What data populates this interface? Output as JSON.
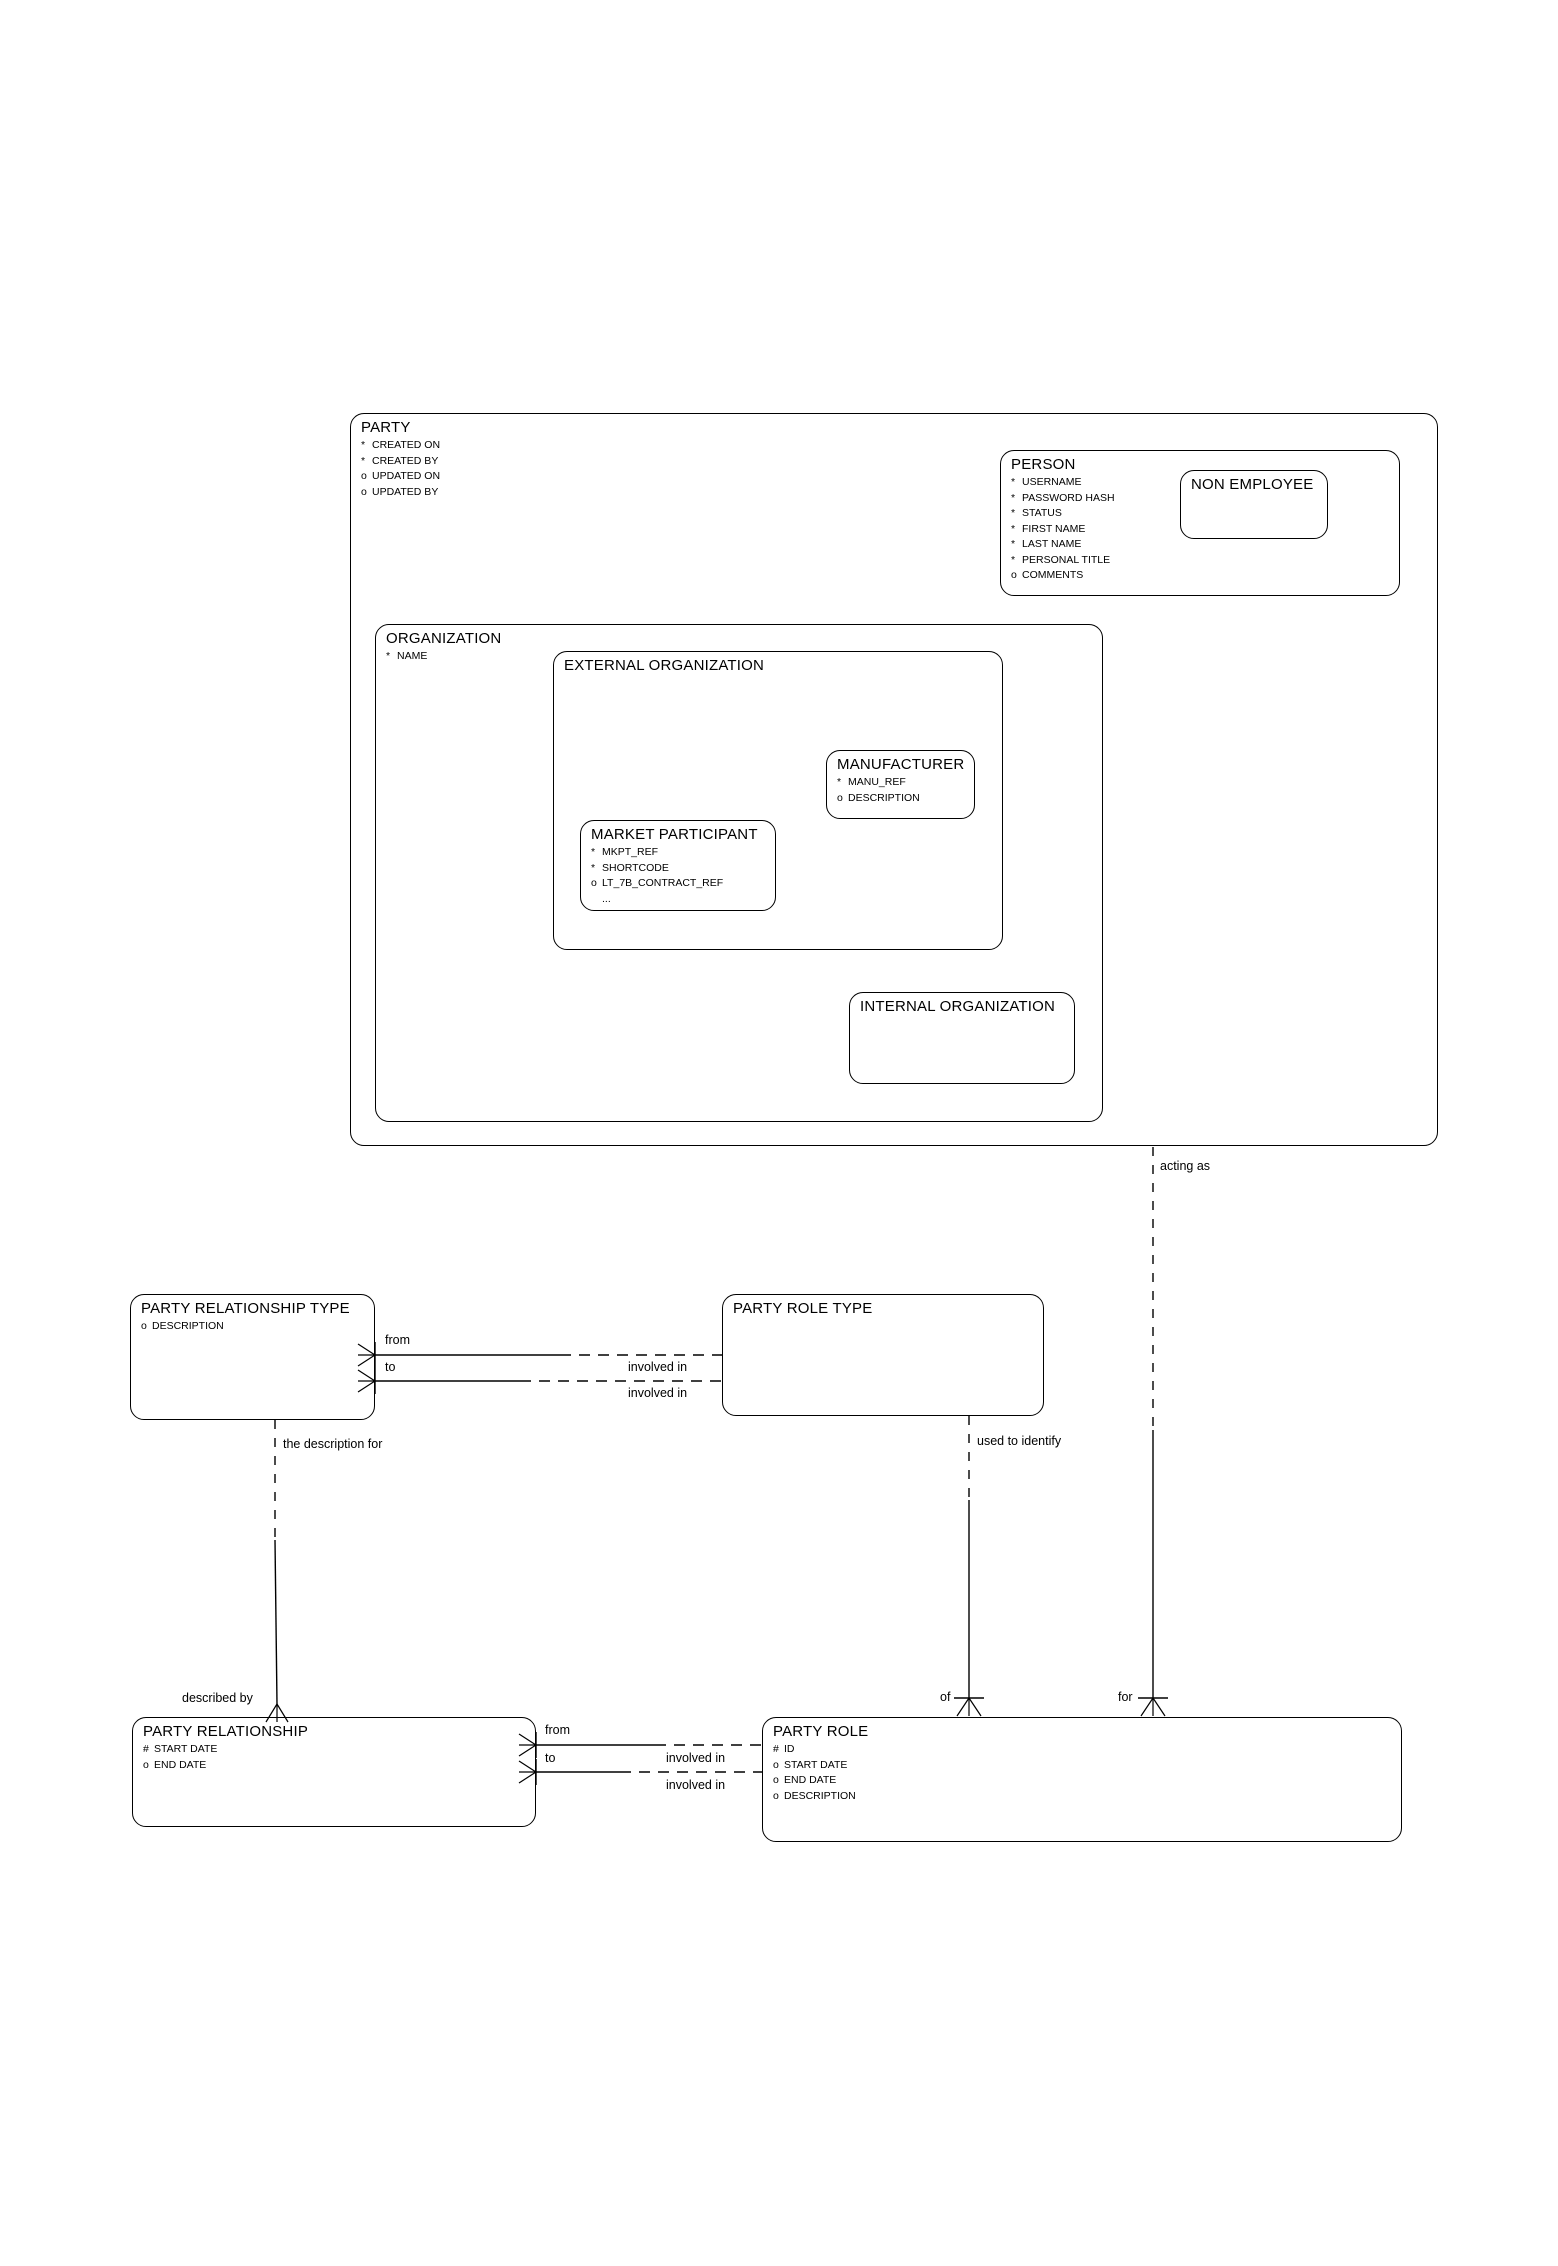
{
  "diagram": {
    "notation": "barker-erd",
    "title": "",
    "stroke_color": "#000000",
    "background_color": "#ffffff"
  },
  "entities": [
    {
      "id": "party",
      "name": "PARTY",
      "attributes": [
        {
          "marker": "*",
          "label": "CREATED ON"
        },
        {
          "marker": "*",
          "label": "CREATED BY"
        },
        {
          "marker": "o",
          "label": "UPDATED ON"
        },
        {
          "marker": "o",
          "label": "UPDATED BY"
        }
      ]
    },
    {
      "id": "person",
      "name": "PERSON",
      "attributes": [
        {
          "marker": "*",
          "label": "USERNAME"
        },
        {
          "marker": "*",
          "label": "PASSWORD HASH"
        },
        {
          "marker": "*",
          "label": "STATUS"
        },
        {
          "marker": "*",
          "label": "FIRST NAME"
        },
        {
          "marker": "*",
          "label": "LAST NAME"
        },
        {
          "marker": "*",
          "label": "PERSONAL TITLE"
        },
        {
          "marker": "o",
          "label": "COMMENTS"
        }
      ]
    },
    {
      "id": "non-employee",
      "name": "NON EMPLOYEE",
      "attributes": []
    },
    {
      "id": "organization",
      "name": "ORGANIZATION",
      "attributes": [
        {
          "marker": "*",
          "label": "NAME"
        }
      ]
    },
    {
      "id": "external-organization",
      "name": "EXTERNAL ORGANIZATION",
      "attributes": []
    },
    {
      "id": "manufacturer",
      "name": "MANUFACTURER",
      "attributes": [
        {
          "marker": "*",
          "label": "MANU_REF"
        },
        {
          "marker": "o",
          "label": "DESCRIPTION"
        }
      ]
    },
    {
      "id": "market-participant",
      "name": "MARKET PARTICIPANT",
      "attributes": [
        {
          "marker": "*",
          "label": "MKPT_REF"
        },
        {
          "marker": "*",
          "label": "SHORTCODE"
        },
        {
          "marker": "o",
          "label": "LT_7B_CONTRACT_REF"
        },
        {
          "marker": "",
          "label": "..."
        }
      ]
    },
    {
      "id": "internal-organization",
      "name": "INTERNAL ORGANIZATION",
      "attributes": []
    },
    {
      "id": "party-relationship-type",
      "name": "PARTY RELATIONSHIP TYPE",
      "attributes": [
        {
          "marker": "o",
          "label": "DESCRIPTION"
        }
      ]
    },
    {
      "id": "party-role-type",
      "name": "PARTY ROLE TYPE",
      "attributes": []
    },
    {
      "id": "party-relationship",
      "name": "PARTY RELATIONSHIP",
      "attributes": [
        {
          "marker": "#",
          "label": "START DATE"
        },
        {
          "marker": "o",
          "label": "END DATE"
        }
      ]
    },
    {
      "id": "party-role",
      "name": "PARTY ROLE",
      "attributes": [
        {
          "marker": "#",
          "label": "ID"
        },
        {
          "marker": "o",
          "label": "START DATE"
        },
        {
          "marker": "o",
          "label": "END DATE"
        },
        {
          "marker": "o",
          "label": "DESCRIPTION"
        }
      ]
    }
  ],
  "relationship_labels": {
    "acting_as": "acting as",
    "prt_from": "from",
    "prt_to": "to",
    "prt_involved_in_1": "involved in",
    "prt_involved_in_2": "involved in",
    "the_description_for": "the description for",
    "used_to_identify": "used to identify",
    "described_by": "described by",
    "of": "of",
    "for": "for",
    "pr_from": "from",
    "pr_to": "to",
    "pr_involved_in_1": "involved in",
    "pr_involved_in_2": "involved in"
  }
}
